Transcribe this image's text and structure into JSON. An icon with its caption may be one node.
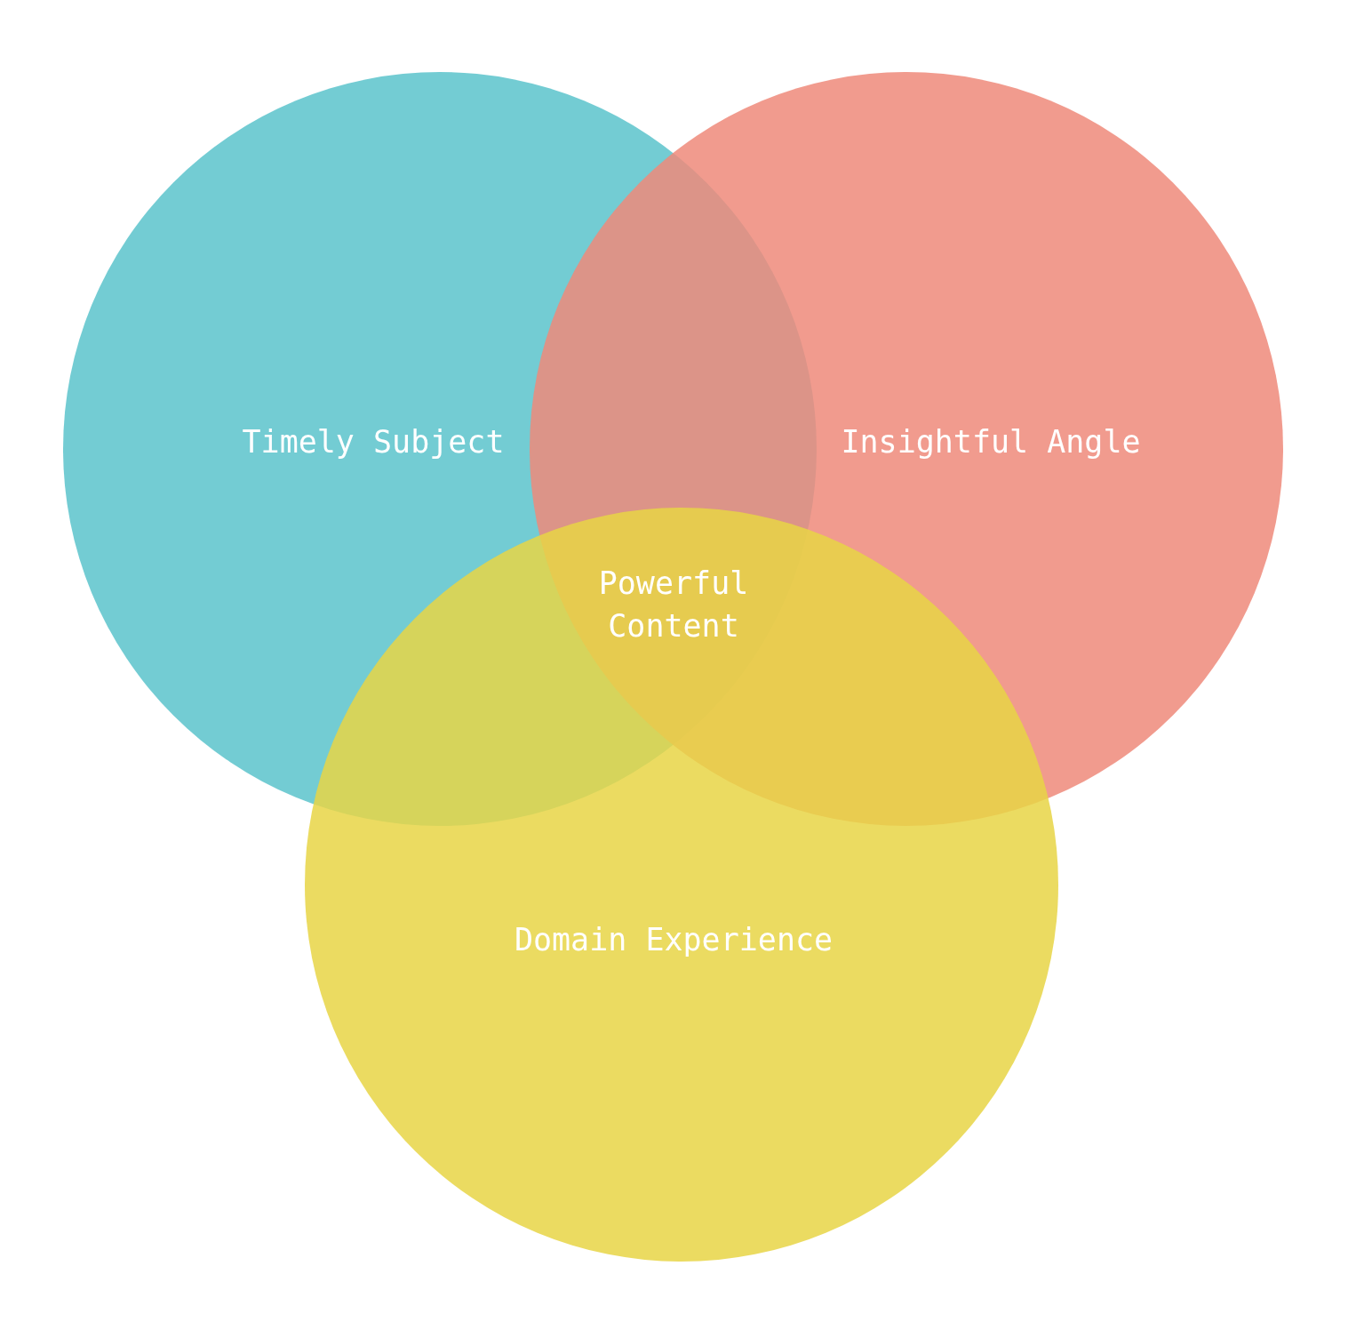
{
  "diagram": {
    "nodes": [
      {
        "text": [
          "Timely Subject"
        ]
      },
      {
        "text": [
          "Insightful Angle"
        ]
      },
      {
        "text": [
          "Domain Experience"
        ]
      }
    ],
    "labels": [
      "Powerful Content"
    ]
  }
}
